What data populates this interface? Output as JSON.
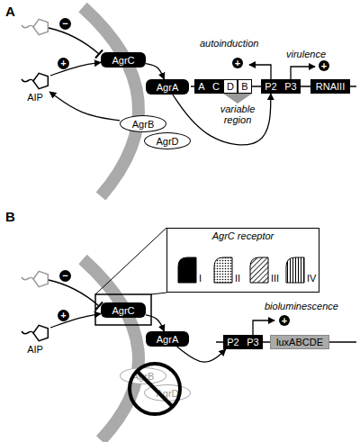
{
  "diagram": {
    "nodes": [
      {
        "text": [
          "AgrC"
        ]
      },
      {
        "text": [
          "AgrA"
        ]
      },
      {
        "text": [
          "AgrB"
        ]
      },
      {
        "text": [
          "AgrD"
        ]
      },
      {
        "text": [
          "−"
        ]
      },
      {
        "text": [
          "+"
        ]
      },
      {
        "text": [
          "AIP"
        ]
      },
      {
        "text": [
          "A"
        ]
      },
      {
        "text": [
          "C"
        ]
      },
      {
        "text": [
          "D"
        ]
      },
      {
        "text": [
          "B"
        ]
      },
      {
        "text": [
          "P2"
        ]
      },
      {
        "text": [
          "P3"
        ]
      },
      {
        "text": [
          "RNAIII"
        ]
      },
      {
        "text": [
          "+"
        ]
      },
      {
        "text": [
          "+"
        ]
      },
      {
        "text": [
          "AgrC receptor"
        ]
      },
      {
        "text": [
          "AgrC"
        ]
      },
      {
        "text": [
          "AgrA"
        ]
      },
      {
        "text": [
          "AgrB"
        ]
      },
      {
        "text": [
          "AgrD"
        ]
      },
      {
        "text": [
          "−"
        ]
      },
      {
        "text": [
          "+"
        ]
      },
      {
        "text": [
          "AIP"
        ]
      },
      {
        "text": [
          "P2"
        ]
      },
      {
        "text": [
          "P3"
        ]
      },
      {
        "text": [
          "luxABCDE"
        ]
      },
      {
        "text": [
          "+"
        ]
      }
    ],
    "edges": [
      {
        "from": 0,
        "to": 1,
        "arrow": "to"
      },
      {
        "from": 2,
        "to": 6,
        "arrow": "to"
      },
      {
        "from": 6,
        "to": 0,
        "arrow": "to"
      },
      {
        "from": 1,
        "to": 11,
        "arrow": "to"
      },
      {
        "from": 17,
        "to": 18,
        "arrow": "to"
      },
      {
        "from": 23,
        "to": 17,
        "arrow": "to"
      },
      {
        "from": 18,
        "to": 24,
        "arrow": "to"
      }
    ],
    "labels": [
      "A",
      "autoinduction",
      "virulence",
      "variable region",
      "B",
      "I",
      "II",
      "III",
      "IV",
      "bioluminescence"
    ]
  }
}
